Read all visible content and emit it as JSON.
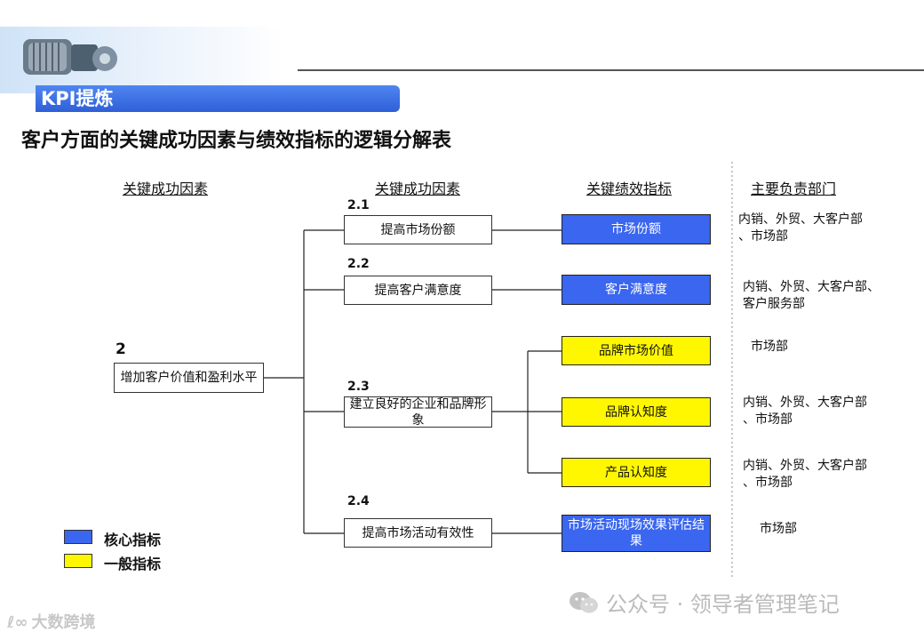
{
  "header": {
    "section_label": "KPI提炼"
  },
  "title": "客户方面的关键成功因素与绩效指标的逻辑分解表",
  "columns": {
    "csf1": "关键成功因素",
    "csf2": "关键成功因素",
    "kpi": "关键绩效指标",
    "dept": "主要负责部门"
  },
  "root": {
    "number": "2",
    "label": "增加客户价值和盈利水平"
  },
  "factors": [
    {
      "number": "2.1",
      "label": "提高市场份额"
    },
    {
      "number": "2.2",
      "label": "提高客户满意度"
    },
    {
      "number": "2.3",
      "label": "建立良好的企业和品牌形象"
    },
    {
      "number": "2.4",
      "label": "提高市场活动有效性"
    }
  ],
  "kpis": [
    {
      "label": "市场份额",
      "type": "核心",
      "color": "#3a66f0"
    },
    {
      "label": "客户满意度",
      "type": "核心",
      "color": "#3a66f0"
    },
    {
      "label": "品牌市场价值",
      "type": "一般",
      "color": "#fff700"
    },
    {
      "label": "品牌认知度",
      "type": "一般",
      "color": "#fff700"
    },
    {
      "label": "产品认知度",
      "type": "一般",
      "color": "#fff700"
    },
    {
      "label": "市场活动现场效果评估结果",
      "type": "核心",
      "color": "#3a66f0"
    }
  ],
  "departments": [
    {
      "line1": "内销、外贸、大客户部",
      "line2": "、市场部"
    },
    {
      "line1": "内销、外贸、大客户部、",
      "line2": "客户服务部"
    },
    {
      "line1": "市场部",
      "line2": ""
    },
    {
      "line1": "内销、外贸、大客户部",
      "line2": "、市场部"
    },
    {
      "line1": "内销、外贸、大客户部",
      "line2": "、市场部"
    },
    {
      "line1": "市场部",
      "line2": ""
    }
  ],
  "legend": [
    {
      "label": "核心指标",
      "color": "#3a66f0"
    },
    {
      "label": "一般指标",
      "color": "#fff700"
    }
  ],
  "watermarks": {
    "right": "公众号 · 领导者管理笔记",
    "left": "大数跨境"
  }
}
